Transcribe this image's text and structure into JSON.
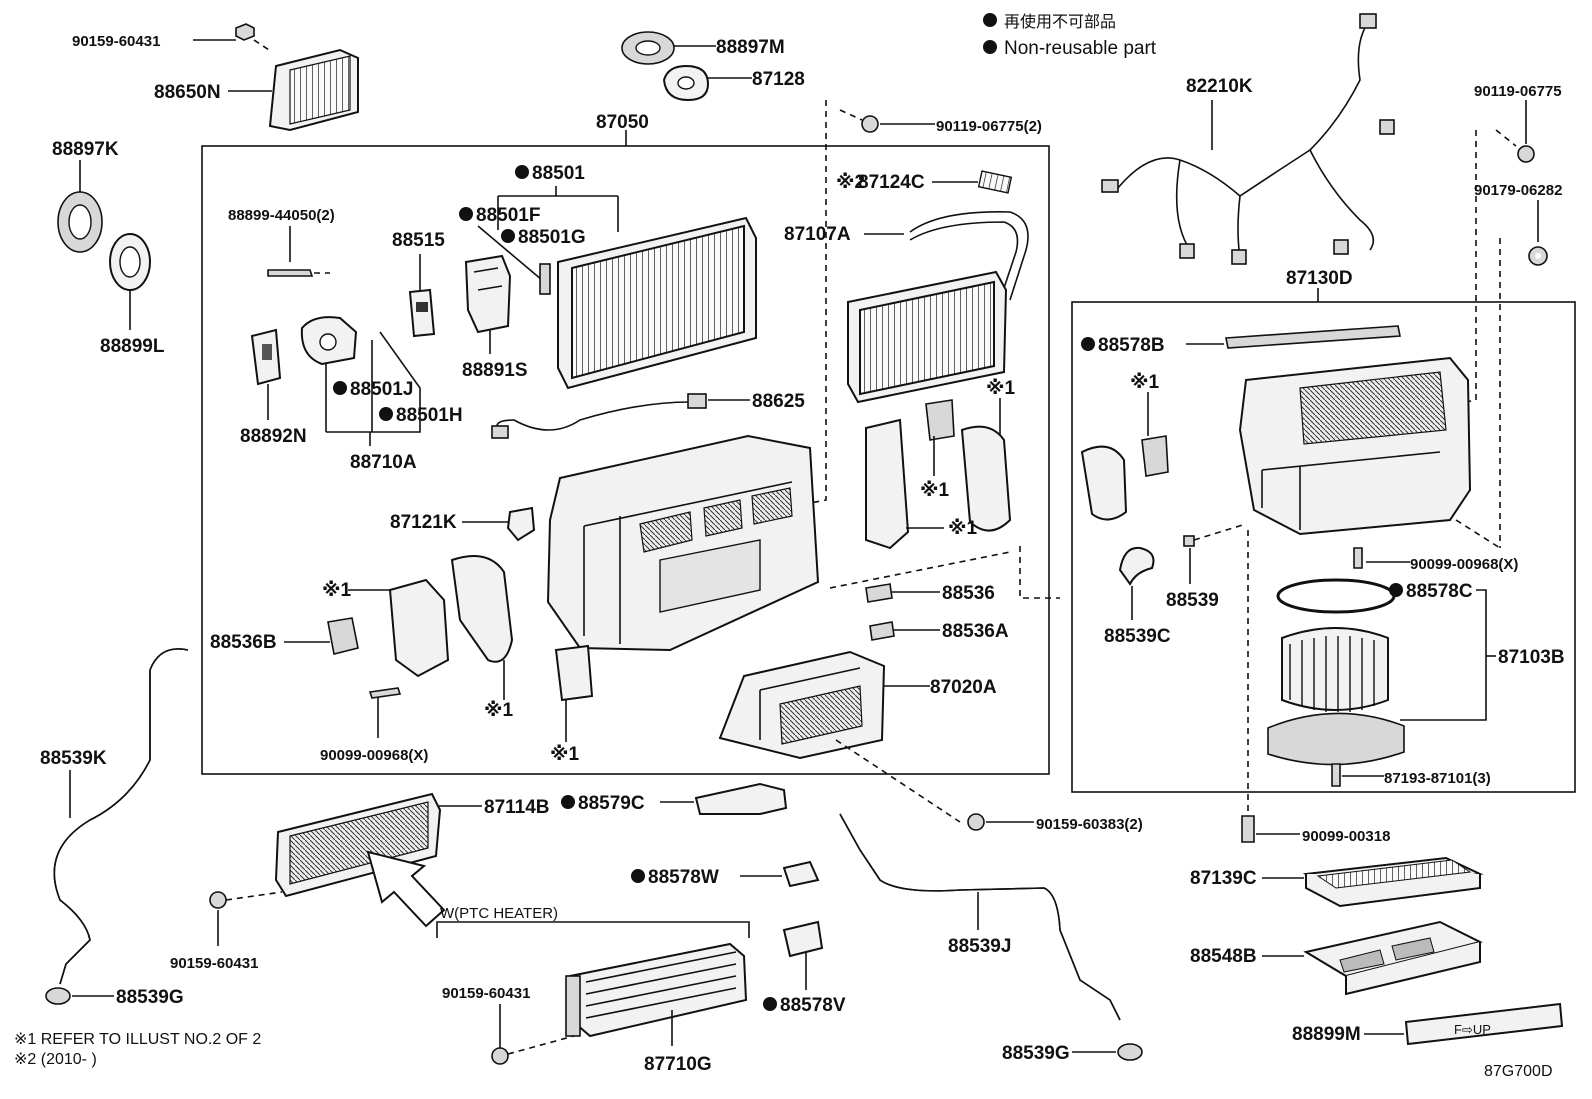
{
  "legend": {
    "jp": "再使用不可部品",
    "en": "Non-reusable part"
  },
  "labels": {
    "p90159_60431_top": "90159-60431",
    "p88650N": "88650N",
    "p88897M": "88897M",
    "p87128": "87128",
    "p87050": "87050",
    "p90119_06775_2": "90119-06775(2)",
    "p82210K": "82210K",
    "p90119_06775": "90119-06775",
    "p90179_06282": "90179-06282",
    "p88897K": "88897K",
    "p88899L": "88899L",
    "p88501": "88501",
    "p88899_44050": "88899-44050(2)",
    "p88501F": "88501F",
    "p88501G": "88501G",
    "p88515": "88515",
    "p87124C": "87124C",
    "p87107A": "87107A",
    "p87130D": "87130D",
    "p88578B": "88578B",
    "p88891S": "88891S",
    "p88501J": "88501J",
    "p88501H": "88501H",
    "p88892N": "88892N",
    "p88710A": "88710A",
    "p88625": "88625",
    "p87121K": "87121K",
    "p88536": "88536",
    "p88536A": "88536A",
    "p88536B": "88536B",
    "p87020A": "87020A",
    "p90099_00968_left": "90099-00968(X)",
    "p90099_00968_right": "90099-00968(X)",
    "p88539": "88539",
    "p88539C": "88539C",
    "p88578C": "88578C",
    "p87103B": "87103B",
    "p87193_87101": "87193-87101(3)",
    "p88539K": "88539K",
    "p87114B": "87114B",
    "p88579C": "88579C",
    "p90159_60383": "90159-60383(2)",
    "p90099_00318": "90099-00318",
    "p88578W": "88578W",
    "p87139C": "87139C",
    "p90159_60431_mid": "90159-60431",
    "w_ptc": "W(PTC HEATER)",
    "p88539J": "88539J",
    "p88548B": "88548B",
    "p90159_60431_bot": "90159-60431",
    "p88578V": "88578V",
    "p88539G_left": "88539G",
    "p88539G_right": "88539G",
    "p87710G": "87710G",
    "p88899M": "88899M",
    "ref1": "※1",
    "ref2": "※2"
  },
  "footnotes": {
    "note1": "※1 REFER TO ILLUST NO.2 OF 2",
    "note2": "※2 (2010-        )"
  },
  "diagram_code": "87G700D",
  "filter_marking": "F⇨UP"
}
